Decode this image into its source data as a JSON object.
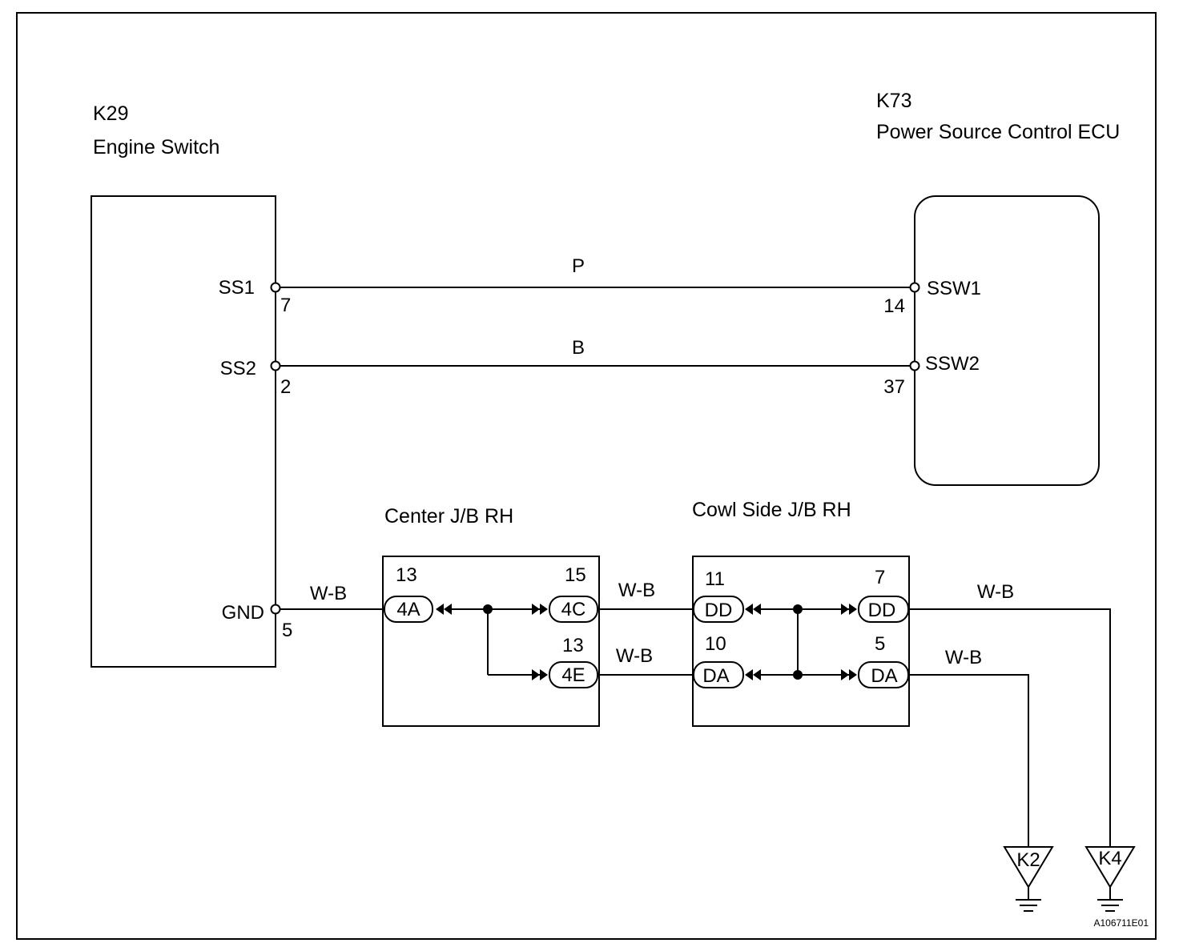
{
  "components": {
    "engine_switch": {
      "code": "K29",
      "name": "Engine Switch",
      "terminals": [
        {
          "name": "SS1",
          "pin": "7"
        },
        {
          "name": "SS2",
          "pin": "2"
        },
        {
          "name": "GND",
          "pin": "5"
        }
      ]
    },
    "ecu": {
      "code": "K73",
      "name": "Power Source Control ECU",
      "terminals": [
        {
          "name": "SSW1",
          "pin": "14"
        },
        {
          "name": "SSW2",
          "pin": "37"
        }
      ]
    },
    "center_jb": {
      "name": "Center J/B RH",
      "connectors": [
        {
          "label": "4A",
          "pin": "13"
        },
        {
          "label": "4C",
          "pin": "15"
        },
        {
          "label": "4E",
          "pin": "13"
        }
      ]
    },
    "cowl_jb": {
      "name": "Cowl Side J/B RH",
      "connectors": [
        {
          "label": "DD",
          "pin": "11"
        },
        {
          "label": "DA",
          "pin": "10"
        },
        {
          "label": "DD",
          "pin": "7"
        },
        {
          "label": "DA",
          "pin": "5"
        }
      ]
    }
  },
  "wires": {
    "ss1_ssw1": "P",
    "ss2_ssw2": "B",
    "gnd_to_center": "W-B",
    "center_to_cowl_top": "W-B",
    "center_to_cowl_bottom": "W-B",
    "cowl_to_k4": "W-B",
    "cowl_to_k2": "W-B"
  },
  "grounds": [
    "K2",
    "K4"
  ],
  "figure_id": "A106711E01"
}
